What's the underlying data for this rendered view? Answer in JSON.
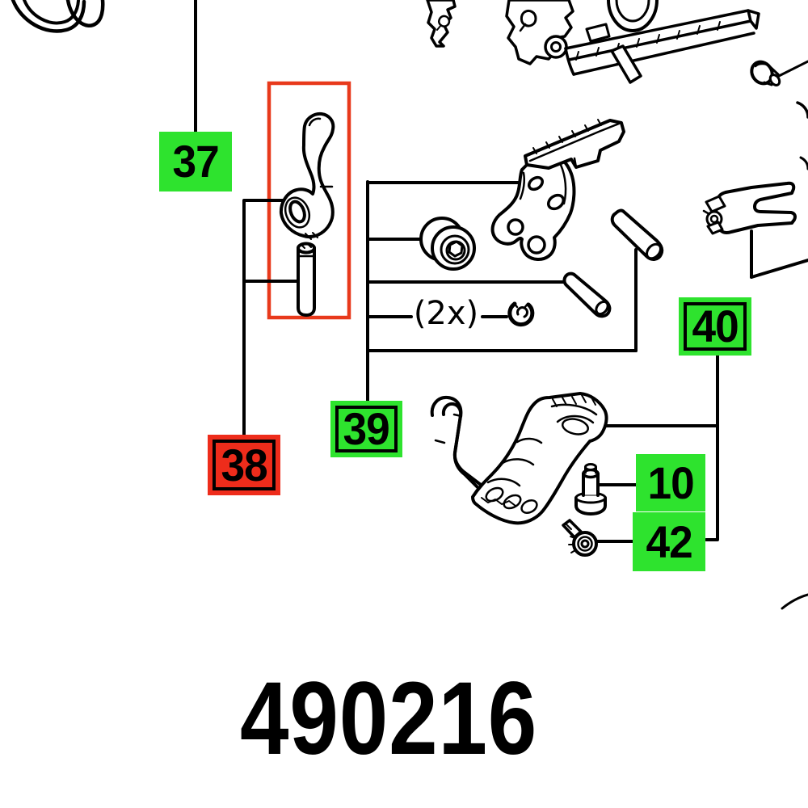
{
  "document": {
    "part_number": "490216",
    "quantity_note": "(2x)"
  },
  "colors": {
    "highlight_green": "#2ee32e",
    "highlight_red": "#ee2c1b",
    "selection_outline": "#e8391b",
    "diagram_line": "#000000",
    "background": "#ffffff"
  },
  "callouts": {
    "c37": {
      "label": "37",
      "style": "green-plain"
    },
    "c38": {
      "label": "38",
      "style": "red-bordered-selected"
    },
    "c39": {
      "label": "39",
      "style": "green-bordered"
    },
    "c40": {
      "label": "40",
      "style": "green-bordered"
    },
    "c10": {
      "label": "10",
      "style": "green-plain"
    },
    "c42": {
      "label": "42",
      "style": "green-plain"
    }
  }
}
